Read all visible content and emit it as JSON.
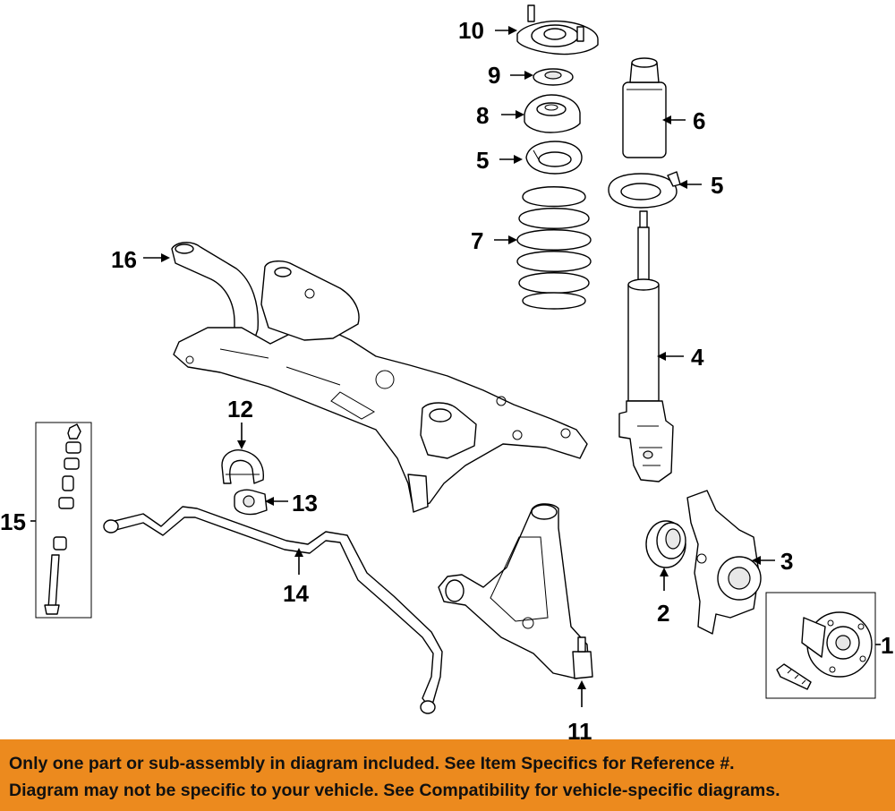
{
  "callouts": {
    "c1": "1",
    "c2": "2",
    "c3": "3",
    "c4": "4",
    "c5a": "5",
    "c5b": "5",
    "c6": "6",
    "c7": "7",
    "c8": "8",
    "c9": "9",
    "c10": "10",
    "c11": "11",
    "c12": "12",
    "c13": "13",
    "c14": "14",
    "c15": "15",
    "c16": "16"
  },
  "banner": {
    "line1": "Only one part or sub-assembly in diagram included. See Item Specifics for Reference #.",
    "line2": "Diagram may not be specific to your vehicle. See Compatibility for vehicle-specific diagrams."
  },
  "colors": {
    "banner_bg": "#ec8a1e",
    "line": "#000000",
    "background": "#ffffff"
  }
}
